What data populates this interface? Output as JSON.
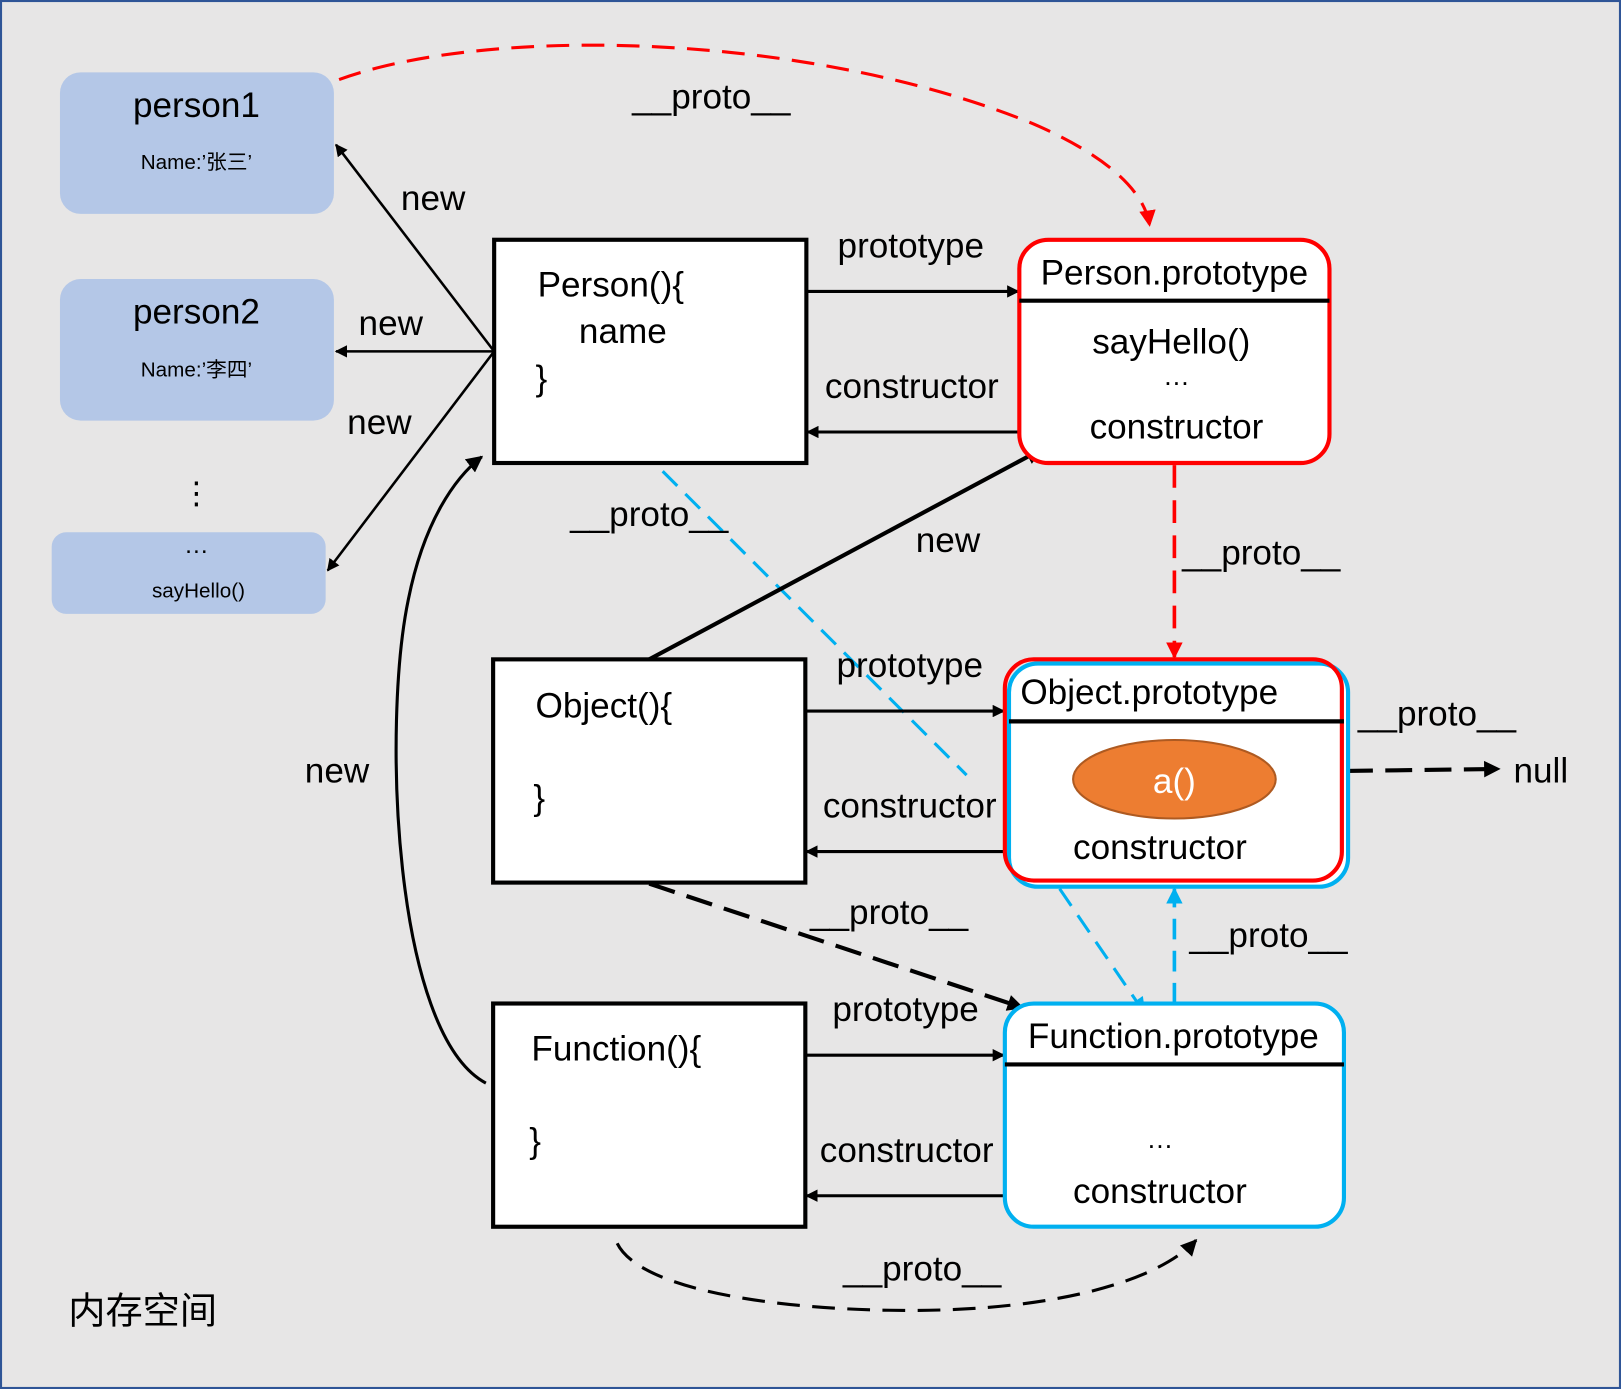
{
  "memory_space_label": "内存空间",
  "instances": [
    {
      "title": "person1",
      "field": "Name:’张三’"
    },
    {
      "title": "person2",
      "field": "Name:’李四’"
    }
  ],
  "more_instances": {
    "vertical_dots": "⋮",
    "ellipsis": "…",
    "method": "sayHello()"
  },
  "person_constructor_fn": {
    "open": "Person(){",
    "field": "name",
    "close": "}"
  },
  "person_prototype": {
    "title": "Person.prototype",
    "method": "sayHello()",
    "ellipsis": "…",
    "constructor": "constructor"
  },
  "object_constructor_fn": {
    "open": "Object(){",
    "close": "}"
  },
  "object_prototype": {
    "title": "Object.prototype",
    "method": "a()",
    "constructor": "constructor"
  },
  "function_constructor_fn": {
    "open": "Function(){",
    "close": "}"
  },
  "function_prototype": {
    "title": "Function.prototype",
    "ellipsis": "…",
    "constructor": "constructor"
  },
  "null_value": "null",
  "edges": {
    "person1_proto": "__proto__",
    "new_person1": "new",
    "new_person2": "new",
    "new_instance": "new",
    "person_prototype": "prototype",
    "person_constructor": "constructor",
    "person_fn_proto": "__proto__",
    "person_prototype_proto": "__proto__",
    "object_new": "new",
    "object_prototype": "prototype",
    "object_constructor": "constructor",
    "object_prototype_proto": "__proto__",
    "object_fn_proto": "__proto__",
    "function_prototype_proto": "__proto__",
    "function_prototype": "prototype",
    "function_constructor": "constructor",
    "function_new": "new",
    "function_fn_proto": "__proto__"
  },
  "colors": {
    "background": "#e7e6e6",
    "frame": "#2f5597",
    "instance_fill": "#b4c7e7",
    "red": "#ff0000",
    "blue": "#00b0f0",
    "orange": "#ed7d31",
    "black": "#000000"
  }
}
